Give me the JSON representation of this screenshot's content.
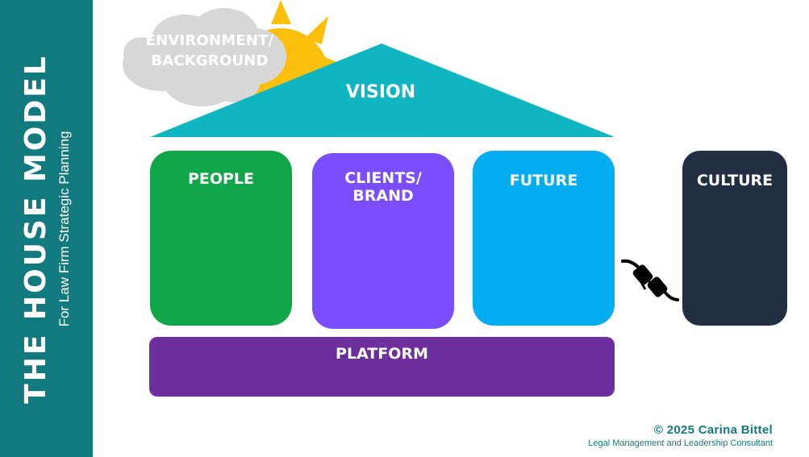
{
  "sidebar": {
    "title": "THE HOUSE MODEL",
    "subtitle": "For Law Firm Strategic Planning"
  },
  "environment": {
    "label": "ENVIRONMENT/\nBACKGROUND",
    "icons": [
      "sun-icon",
      "cloud-icon"
    ]
  },
  "roof": {
    "label": "VISION"
  },
  "pillars": [
    {
      "label": "PEOPLE",
      "color": "#12a64b"
    },
    {
      "label": "CLIENTS/\nBRAND",
      "color": "#7a4dff"
    },
    {
      "label": "FUTURE",
      "color": "#03adef"
    }
  ],
  "culture": {
    "label": "CULTURE",
    "color": "#222f43",
    "icons": [
      "lightning-bolt-icon",
      "plug-icon"
    ]
  },
  "foundation": {
    "label": "PLATFORM",
    "color": "#6d2f9e"
  },
  "footer": {
    "copyright": "© 2025 Carina Bittel",
    "role": "Legal Management and Leadership Consultant"
  },
  "colors": {
    "sidebar": "#117a7f",
    "roof": "#10b5c2",
    "sun": "#fbbf0c",
    "cloud": "#d7d7d7"
  }
}
